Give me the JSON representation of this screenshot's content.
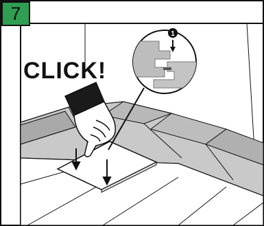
{
  "step": {
    "number": "7",
    "badge_color": "#2f9e52"
  },
  "callout": {
    "text": "CLICK!"
  },
  "magnifier": {
    "marker": "1"
  },
  "colors": {
    "outline": "#111111",
    "floor_light": "#c9c9c9",
    "floor_dark": "#a9a9a9",
    "tile_white": "#ffffff",
    "plank_gray": "#bdbdbd",
    "hand_cuff": "#1a1a1a"
  }
}
